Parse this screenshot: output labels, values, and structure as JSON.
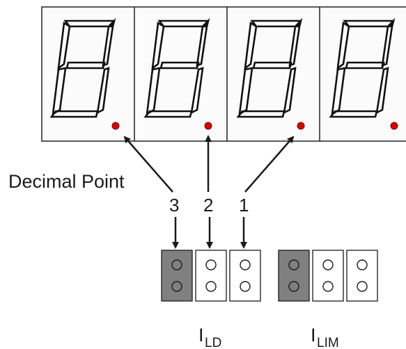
{
  "labels": {
    "decimal_point": "Decimal Point",
    "pin_3": "3",
    "pin_2": "2",
    "pin_1": "1",
    "ild_main": "I",
    "ild_sub": "LD",
    "ilim_main": "I",
    "ilim_sub": "LIM"
  },
  "colors": {
    "segment": "#000000",
    "decimal_point": "#d40000",
    "jumper_active": "#808080",
    "jumper_inactive": "#ffffff",
    "outline": "#1a1a1a"
  },
  "icons": [
    "seven-segment-digit",
    "decimal-point-dot",
    "jumper-pin",
    "arrow"
  ]
}
